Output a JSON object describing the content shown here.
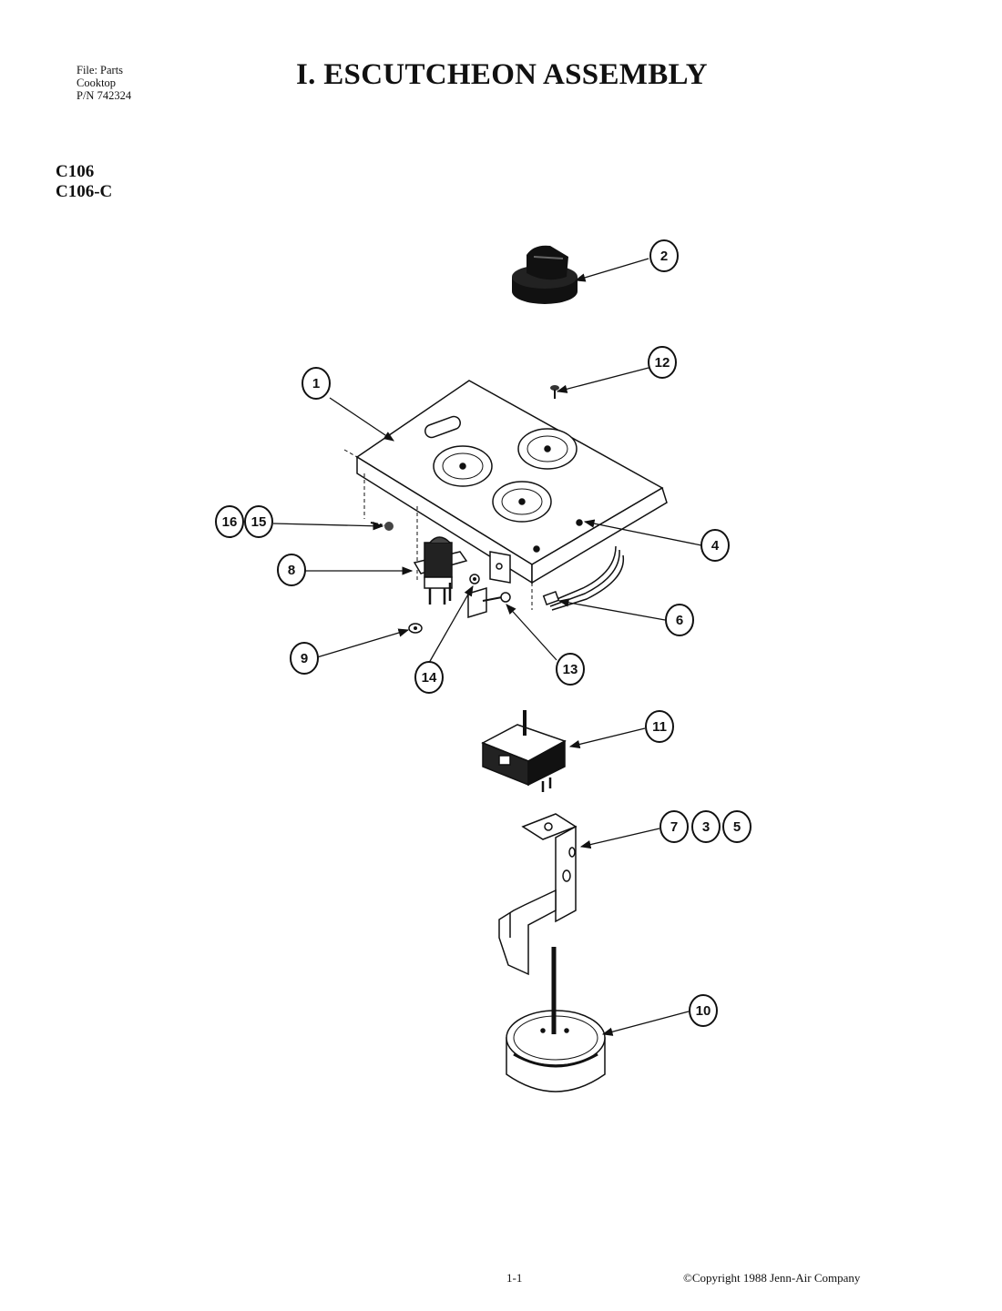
{
  "header": {
    "file_info": [
      "File: Parts",
      "Cooktop",
      "P/N 742324"
    ],
    "title": "I. ESCUTCHEON ASSEMBLY",
    "models": [
      "C106",
      "C106-C"
    ]
  },
  "callouts": {
    "c1": "1",
    "c2": "2",
    "c4": "4",
    "c6": "6",
    "c7": "7",
    "c3": "3",
    "c5": "5",
    "c8": "8",
    "c9": "9",
    "c10": "10",
    "c11": "11",
    "c12": "12",
    "c13": "13",
    "c14": "14",
    "c15": "15",
    "c16": "16"
  },
  "footer": {
    "page_number": "1-1",
    "copyright": "©Copyright 1988 Jenn-Air Company"
  }
}
